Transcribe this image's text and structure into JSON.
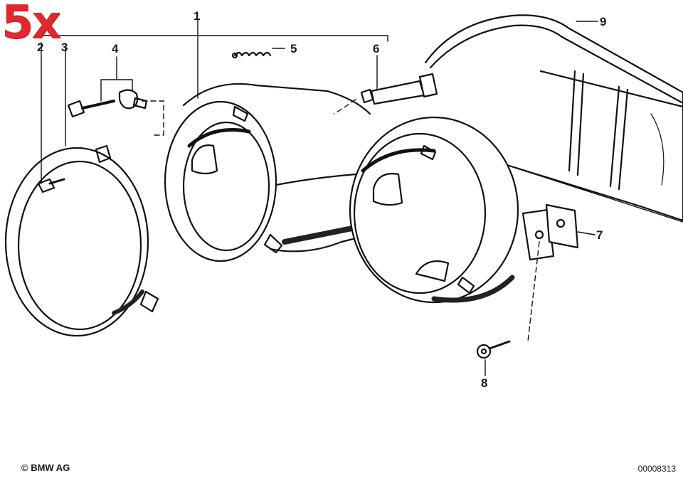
{
  "badge": {
    "text": "5x",
    "color": "#e0282e"
  },
  "footer": {
    "copyright": "© BMW AG",
    "document_number": "00008313"
  },
  "parts": [
    {
      "id": "1",
      "name": "headlight-housing"
    },
    {
      "id": "2",
      "name": "screw"
    },
    {
      "id": "3",
      "name": "headlight-ring"
    },
    {
      "id": "4",
      "name": "adjusting-screw-with-bracket"
    },
    {
      "id": "5",
      "name": "spring"
    },
    {
      "id": "6",
      "name": "adjusting-bolt"
    },
    {
      "id": "7",
      "name": "mounting-bracket"
    },
    {
      "id": "8",
      "name": "self-tapping-screw"
    },
    {
      "id": "9",
      "name": "cover"
    }
  ]
}
